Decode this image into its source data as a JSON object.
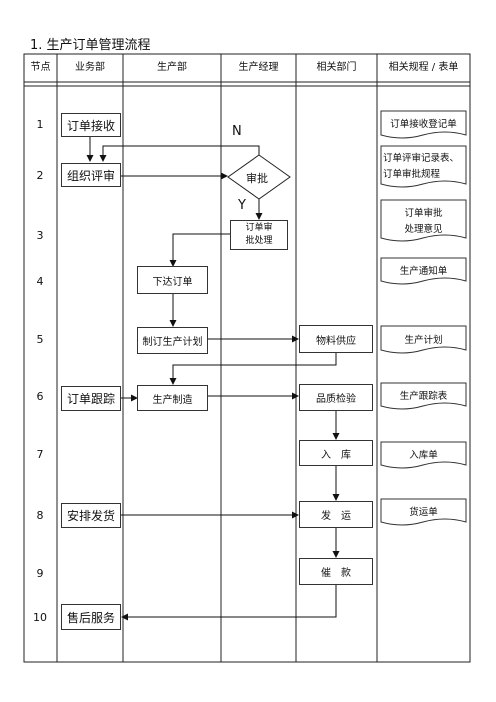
{
  "title": "1. 生产订单管理流程",
  "headers": [
    "节点",
    "业务部",
    "生产部",
    "生产经理",
    "相关部门",
    "相关规程 / 表单"
  ],
  "nodes": [
    "1",
    "2",
    "3",
    "4",
    "5",
    "6",
    "7",
    "8",
    "9",
    "10"
  ],
  "business": {
    "order_receive": "订单接收",
    "org_review": "组织评审",
    "order_tracking": "订单跟踪",
    "arrange_delivery": "安排发货",
    "after_sales": "售后服务"
  },
  "production": {
    "issue_order": "下达订单",
    "make_plan": "制订生产计划",
    "manufacture": "生产制造"
  },
  "manager": {
    "approve": "审批",
    "no_label": "N",
    "yes_label": "Y",
    "order_approve_line1": "订单审",
    "order_approve_line2": "批处理"
  },
  "related": {
    "material_supply": "物料供应",
    "quality_inspection": "品质检验",
    "warehousing": "入　库",
    "shipping": "发　运",
    "collection": "催　款"
  },
  "forms": {
    "f1": "订单接收登记单",
    "f2_line1": "订单评审记录表、",
    "f2_line2": "订单审批规程",
    "f3_line1": "订单审批",
    "f3_line2": "处理意见",
    "f4": "生产通知单",
    "f5": "生产计划",
    "f6": "生产跟踪表",
    "f7": "入库单",
    "f8": "货运单"
  }
}
